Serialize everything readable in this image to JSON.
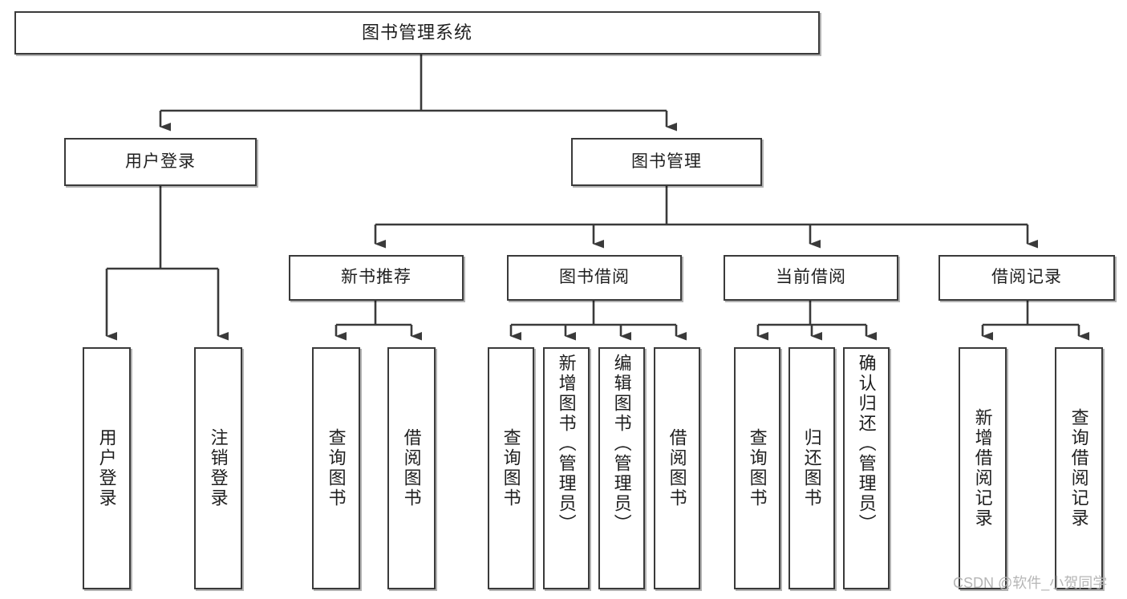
{
  "diagram": {
    "title": "图书管理系统",
    "type": "tree",
    "orientation": "top-down",
    "colors": {
      "stroke": "#3a3a3a",
      "fill": "#ffffff",
      "text": "#1f1f1f",
      "background": "#ffffff",
      "watermark": "#b6b6b6"
    },
    "root": {
      "label": "图书管理系统"
    },
    "level2": [
      {
        "label": "用户登录"
      },
      {
        "label": "图书管理"
      }
    ],
    "level3": [
      {
        "label": "新书推荐"
      },
      {
        "label": "图书借阅"
      },
      {
        "label": "当前借阅"
      },
      {
        "label": "借阅记录"
      }
    ],
    "leaves": {
      "user_login": [
        {
          "label": "用户登录"
        },
        {
          "label": "注销登录"
        }
      ],
      "new_book_recommend": [
        {
          "label": "查询图书"
        },
        {
          "label": "借阅图书"
        }
      ],
      "book_borrow": [
        {
          "label": "查询图书"
        },
        {
          "label": "新增图书（管理员）"
        },
        {
          "label": "编辑图书（管理员）"
        },
        {
          "label": "借阅图书"
        }
      ],
      "current_borrow": [
        {
          "label": "查询图书"
        },
        {
          "label": "归还图书"
        },
        {
          "label": "确认归还（管理员）"
        }
      ],
      "borrow_record": [
        {
          "label": "新增借阅记录"
        },
        {
          "label": "查询借阅记录"
        }
      ]
    }
  },
  "watermark": {
    "text": "CSDN @软件_小贺同学"
  }
}
